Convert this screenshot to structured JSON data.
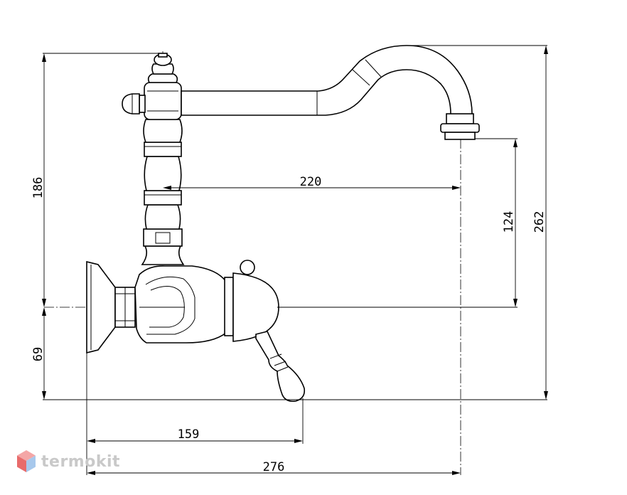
{
  "dimensions": {
    "d186": "186",
    "d69": "69",
    "d220": "220",
    "d124": "124",
    "d262": "262",
    "d159": "159",
    "d276": "276"
  },
  "watermark": {
    "text": "termokit",
    "icon": "hexagon-cube-icon",
    "colors": {
      "top": "#f4a6a6",
      "left": "#e86b6b",
      "right": "#a7c8ec",
      "text": "#c9c9c9"
    }
  }
}
